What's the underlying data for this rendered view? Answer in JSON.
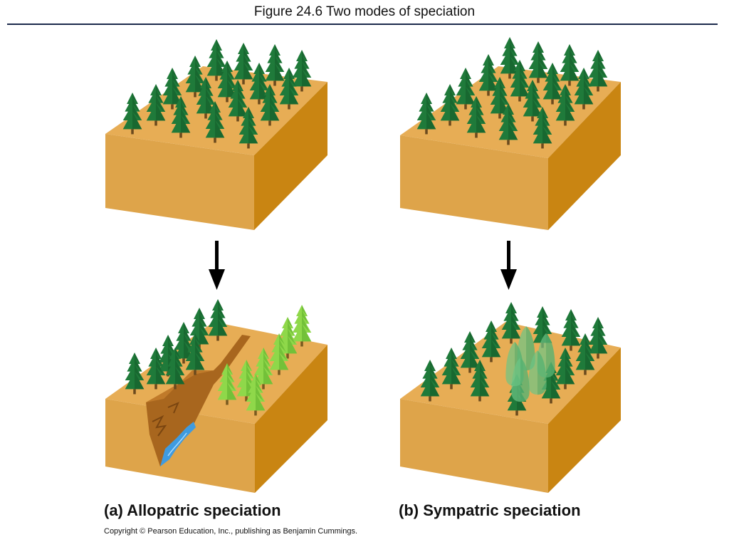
{
  "title": "Figure 24.6  Two modes of speciation",
  "caption_a": "(a) Allopatric speciation",
  "caption_b": "(b) Sympatric speciation",
  "copyright": "Copyright © Pearson Education, Inc., publishing as Benjamin Cummings.",
  "colors": {
    "ground_top": "#e7ad55",
    "ground_front": "#dea44a",
    "ground_side": "#c98512",
    "tree_dark": "#1f7a3a",
    "tree_dark_shade": "#135a28",
    "tree_light": "#8fd84a",
    "tree_translucent": "#6cc486",
    "river": "#3f9be0",
    "canyon": "#a8661e",
    "title_rule": "#1c2a4c"
  }
}
